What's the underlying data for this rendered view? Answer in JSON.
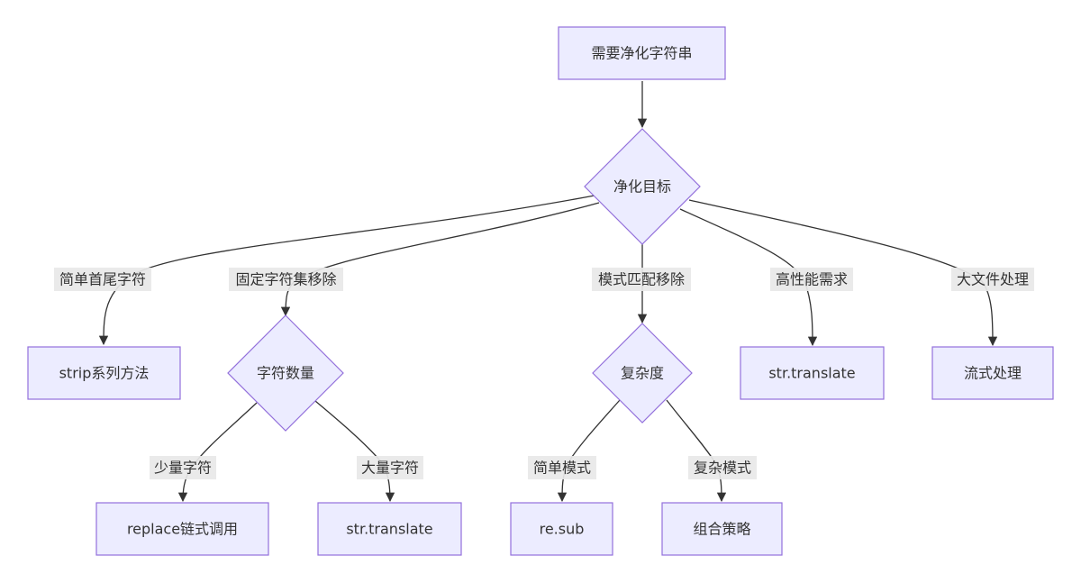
{
  "nodes": {
    "start": "需要净化字符串",
    "goal": "净化目标",
    "strip": "strip系列方法",
    "char_count": "字符数量",
    "complexity": "复杂度",
    "translate_perf": "str.translate",
    "stream": "流式处理",
    "replace_chain": "replace链式调用",
    "translate_many": "str.translate",
    "re_sub": "re.sub",
    "combo": "组合策略"
  },
  "edge_labels": {
    "simple_trim": "简单首尾字符",
    "fixed_set": "固定字符集移除",
    "pattern": "模式匹配移除",
    "perf": "高性能需求",
    "big_file": "大文件处理",
    "few": "少量字符",
    "many": "大量字符",
    "simple_pattern": "简单模式",
    "complex_pattern": "复杂模式"
  },
  "colors": {
    "node_fill": "#ECECFF",
    "node_stroke": "#9370DB",
    "edge": "#333333",
    "label_bg": "#e8e8e8"
  }
}
